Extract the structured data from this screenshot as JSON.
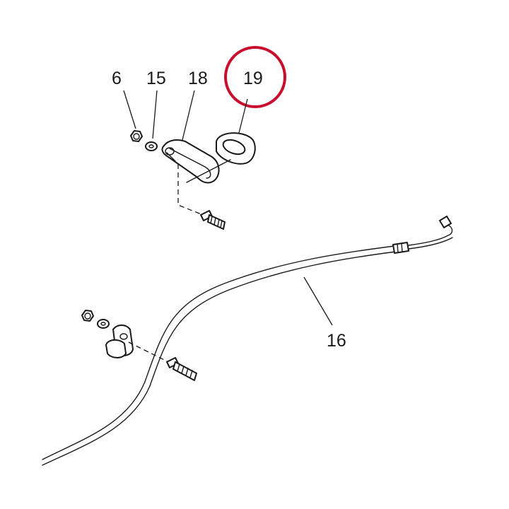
{
  "callouts": {
    "c6": "6",
    "c15": "15",
    "c18": "18",
    "c19": "19",
    "c16": "16"
  },
  "highlight": {
    "target": "19",
    "color": "#c8102e"
  },
  "colors": {
    "line": "#1a1a1a",
    "background": "#ffffff"
  }
}
